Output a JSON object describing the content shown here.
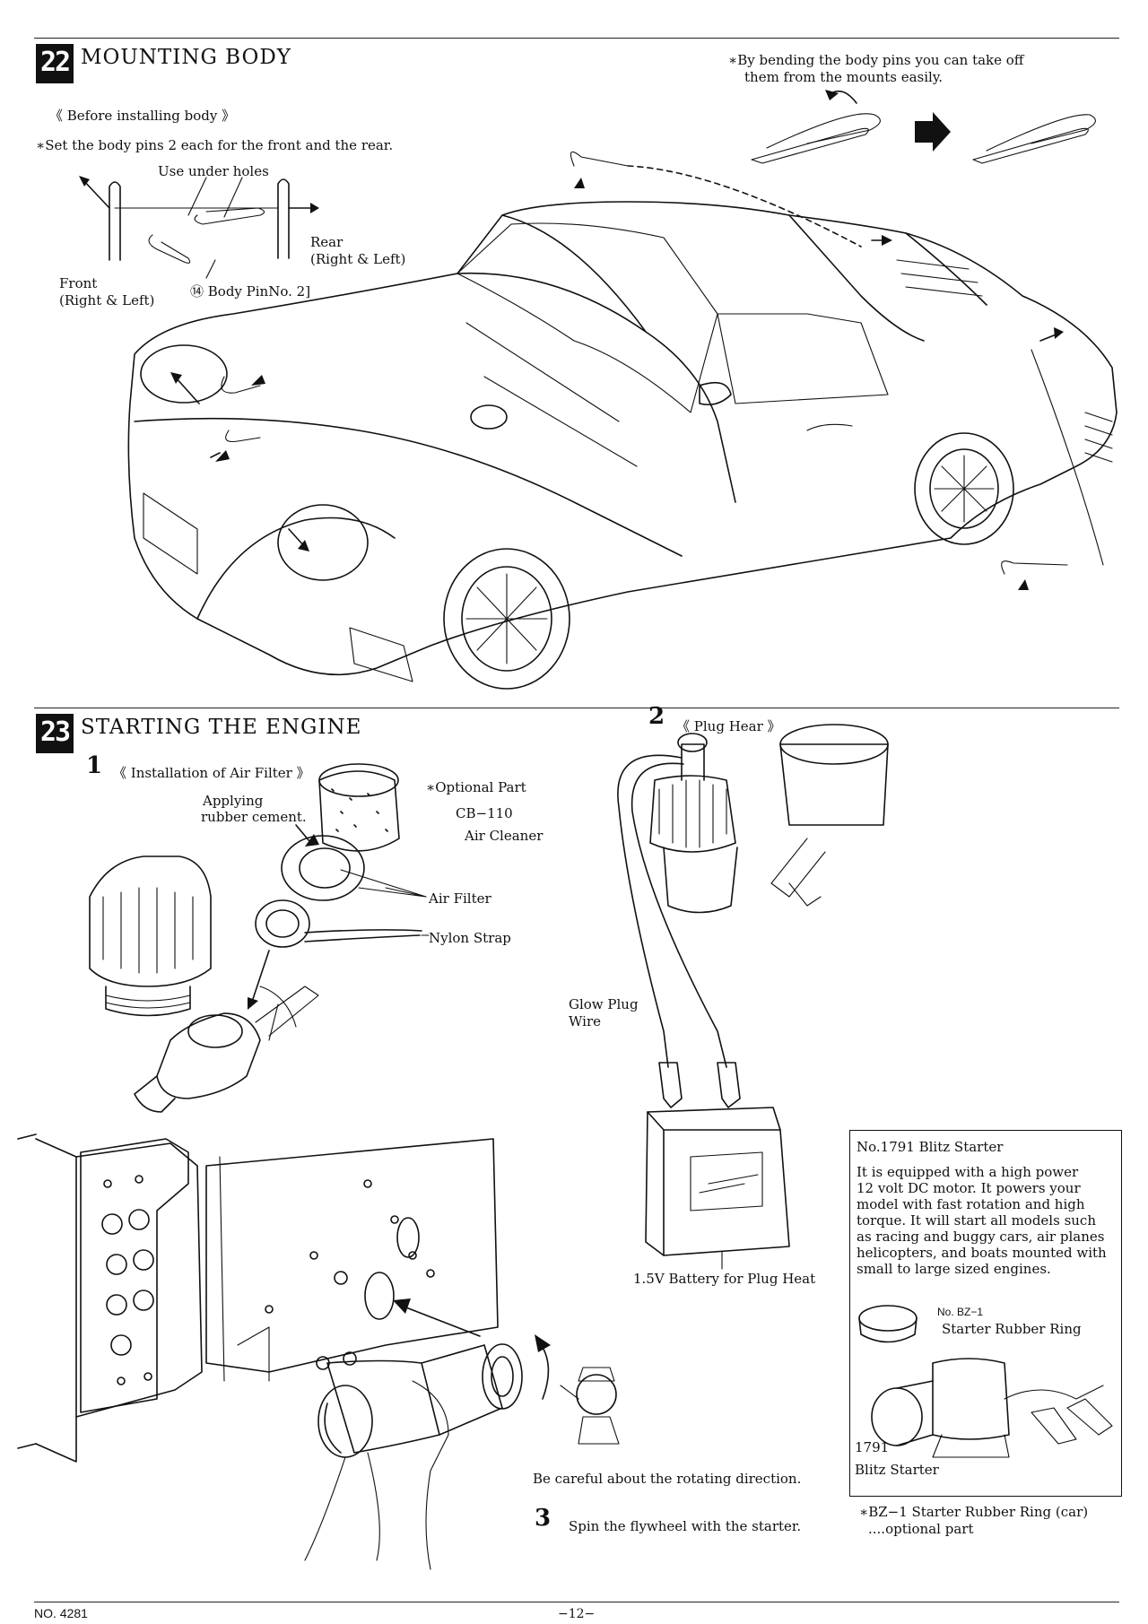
{
  "section22": {
    "number": "22",
    "title": "MOUNTING BODY",
    "note_top_right": [
      "∗By bending the body pins you can take off",
      "them from the mounts easily."
    ],
    "before_installing": "《 Before installing body 》",
    "set_pins_note": "∗Set the body pins 2 each for the front and the rear.",
    "use_under_holes": "Use under holes",
    "rear_label": [
      "Rear",
      "(Right & Left)"
    ],
    "front_label": [
      "Front",
      "(Right & Left)"
    ],
    "body_pin_label": "⑭ Body PinNo. 2]"
  },
  "section23": {
    "number": "23",
    "title": "STARTING THE ENGINE",
    "step1": {
      "number": "1",
      "title": "《 Installation of Air Filter 》",
      "applying": [
        "Applying",
        "rubber cement."
      ],
      "optional_part": [
        "∗Optional Part",
        "CB−110",
        "Air Cleaner"
      ],
      "air_filter": "Air Filter",
      "nylon_strap": "Nylon Strap"
    },
    "step2": {
      "number": "2",
      "title": "《 Plug Hear 》",
      "glow_plug_wire": [
        "Glow Plug",
        "Wire"
      ],
      "battery": "1.5V Battery for Plug Heat"
    },
    "step3": {
      "number": "3",
      "text": "Spin the flywheel with the starter."
    },
    "careful": "Be careful about the rotating direction.",
    "blitz_box": {
      "title": "No.1791 Blitz Starter",
      "description": [
        "It is equipped with a high power",
        "12  volt DC motor. It powers your",
        "model with fast rotation and high",
        "torque. It will start all models such",
        "as racing and buggy cars, air planes",
        "helicopters, and boats mounted with",
        "small to large sized engines."
      ],
      "ring_no": "No. BZ−1",
      "ring_label": "Starter Rubber Ring",
      "starter_no": "1791",
      "starter_label": "Blitz Starter"
    },
    "bz_note": [
      "∗BZ−1 Starter Rubber Ring  (car)",
      "....optional  part"
    ]
  },
  "footer": {
    "model_no": "NO. 4281",
    "page": "−12−"
  }
}
